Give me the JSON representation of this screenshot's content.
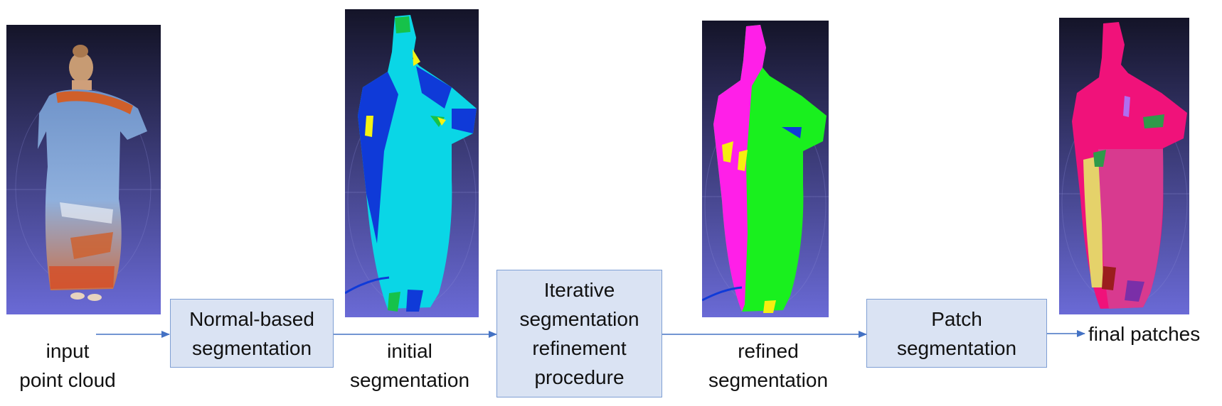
{
  "steps": {
    "normal_based": "Normal-based\nsegmentation",
    "iterative": "Iterative\nsegmentation\nrefinement\nprocedure",
    "patch": "Patch\nsegmentation"
  },
  "labels": {
    "input": "input\npoint cloud",
    "initial": "initial\nsegmentation",
    "refined": "refined\nsegmentation",
    "final": "final patches"
  },
  "colors": {
    "box_fill": "#dae3f3",
    "box_border": "#7f9fd4",
    "arrow": "#4472c4",
    "panel_bg_top": "#141428",
    "panel_bg_bottom": "#6a6ad6"
  },
  "panels": [
    {
      "name": "input-point-cloud",
      "colors": [
        "#d9c0a6",
        "#5c7fc0",
        "#cf5f2a",
        "#e9eef5"
      ]
    },
    {
      "name": "initial-segmentation",
      "colors": [
        "#0ad6e6",
        "#0f3ad8",
        "#f4f213",
        "#16c24a"
      ]
    },
    {
      "name": "refined-segmentation",
      "colors": [
        "#ff1fe8",
        "#19f01e",
        "#f6ee10"
      ]
    },
    {
      "name": "final-patches",
      "colors": [
        "#f0127a",
        "#d83a8f",
        "#e5d26a",
        "#2f9a4a"
      ]
    }
  ]
}
